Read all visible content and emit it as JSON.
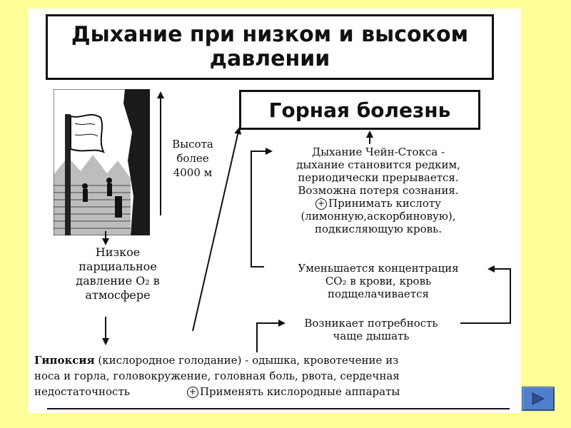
{
  "title": "Дыхание при низком и высоком давлении",
  "disease_box": "Горная болезнь",
  "height": {
    "line1": "Высота",
    "line2": "более",
    "line3": "4000 м"
  },
  "low_pressure": {
    "line1": "Низкое",
    "line2": "парциальное",
    "line3": "давление O₂ в",
    "line4": "атмосфере"
  },
  "cheyne": {
    "line1": "Дыхание Чейн-Стокса -",
    "line2": "дыхание становится редким,",
    "line3": "периодически прерывается.",
    "line4": "Возможна потеря сознания.",
    "line5": "Принимать кислоту",
    "line6": "(лимонную,аскорбиновую),",
    "line7": "подкисляющую кровь."
  },
  "co2": {
    "line1": "Уменьшается концентрация",
    "line2": "CO₂ в крови, кровь",
    "line3": "подщелачивается"
  },
  "need": {
    "line1": "Возникает потребность",
    "line2": "чаще дышать"
  },
  "hypoxia": {
    "term": "Гипоксия",
    "line1_rest": " (кислородное голодание) - одышка, кровотечение из",
    "line2": "носа и горла, головокружение, головная боль, рвота, сердечная",
    "line3a": "недостаточность",
    "line3b": "Применять кислородные аппараты"
  },
  "plus_symbol": "+",
  "colors": {
    "background": "#ffff99",
    "nav_button": "#4f7fcc"
  },
  "icons": {
    "nav": "play-next-icon"
  }
}
